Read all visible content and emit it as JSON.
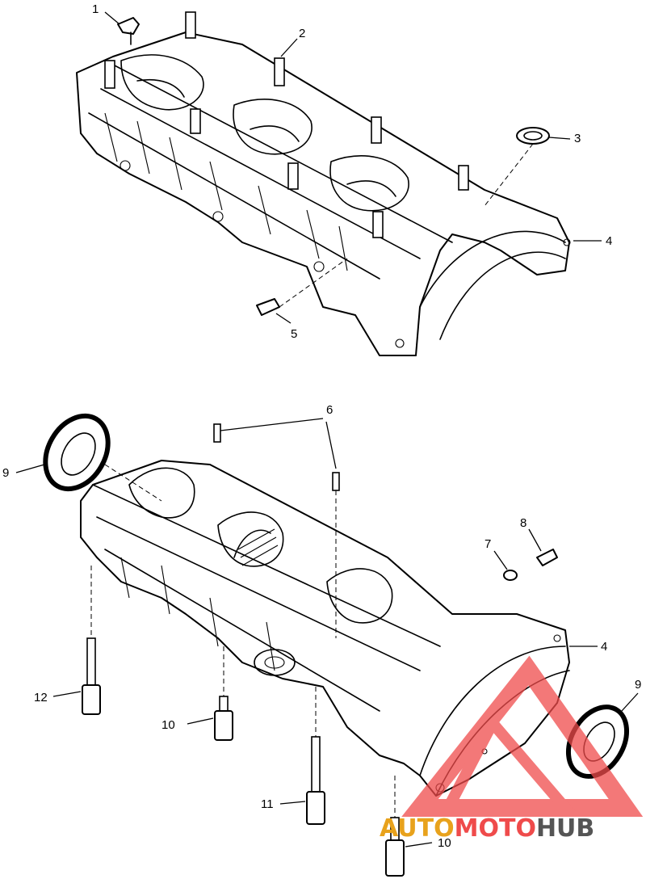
{
  "callouts": {
    "c1": "1",
    "c2": "2",
    "c3": "3",
    "c4a": "4",
    "c5": "5",
    "c6": "6",
    "c7": "7",
    "c8": "8",
    "c4b": "4",
    "c9a": "9",
    "c9b": "9",
    "c10a": "10",
    "c10b": "10",
    "c11": "11",
    "c12": "12"
  },
  "watermark": {
    "part1": "AUTO",
    "part2": "MOTO",
    "part3": "HUB",
    "color_primary": "#ef4b4b",
    "color_accent": "#e8a21c",
    "color_dark": "#555555"
  }
}
